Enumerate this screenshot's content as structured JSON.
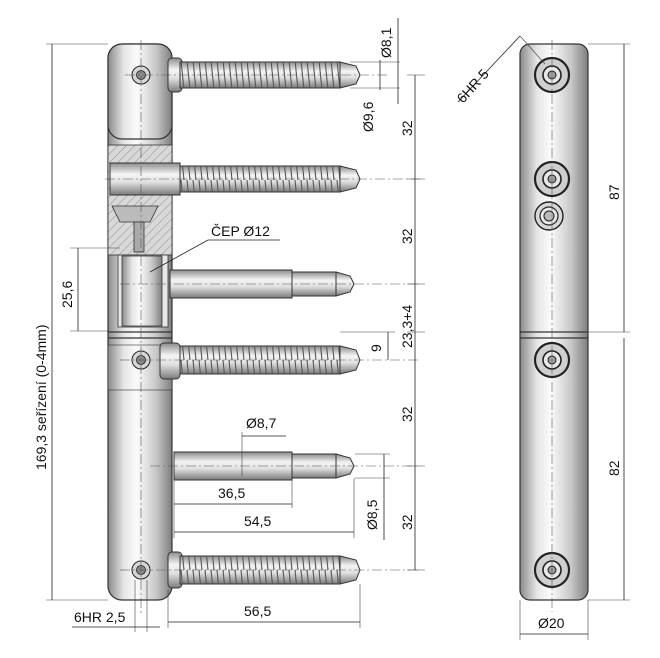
{
  "labels": {
    "d8_1": "Ø8,1",
    "d9_6": "Ø9,6",
    "s32_a": "32",
    "s32_b": "32",
    "s32_c": "32",
    "s32_d": "32",
    "h23": "23,3+4",
    "h9": "9",
    "h25_6": "25,6",
    "cep": "ČEP Ø12",
    "total": "169,3 seřízení (0-4mm)",
    "d8_7": "Ø8,7",
    "w36_5": "36,5",
    "w54_5": "54,5",
    "w56_5": "56,5",
    "d8_5": "Ø8,5",
    "hr2_5": "6HR 2,5",
    "hr5": "6HR 5",
    "h87": "87",
    "h82": "82",
    "d20": "Ø20"
  },
  "colors": {
    "line": "#222222",
    "metal_light": "#f2f2f2",
    "metal_mid": "#c4c4c4",
    "metal_dark": "#8a8a8a",
    "thread": "#555555"
  }
}
